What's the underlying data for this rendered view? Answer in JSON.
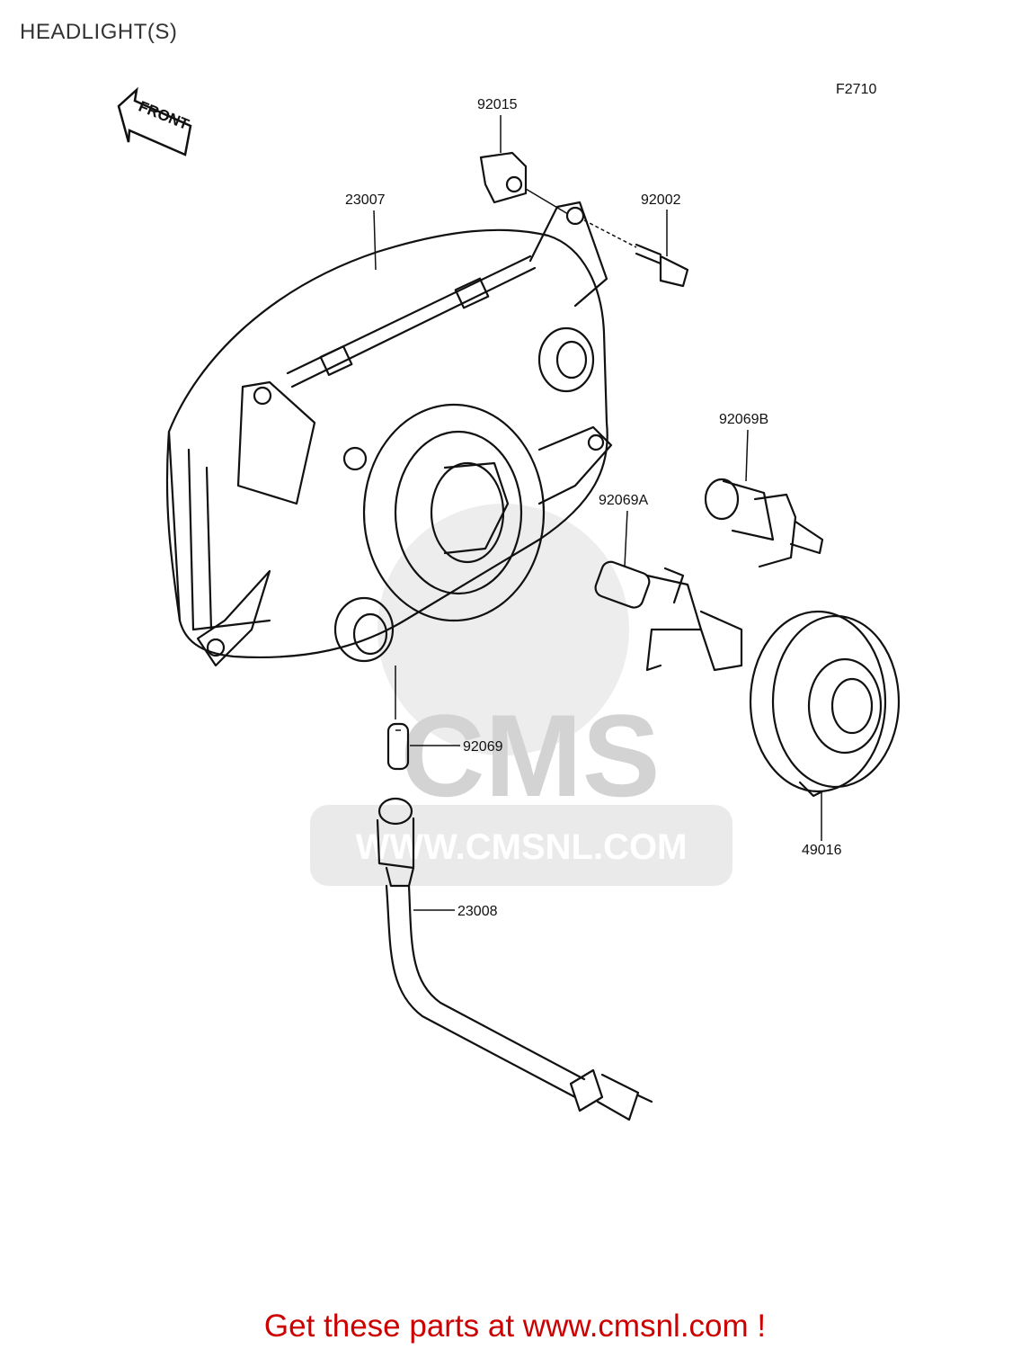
{
  "page": {
    "title": "HEADLIGHT(S)",
    "figure_code": "F2710",
    "front_marker": "FRONT",
    "footer": "Get these parts at www.cmsnl.com !"
  },
  "watermark": {
    "brand": "CMS",
    "url": "WWW.CMSNL.COM"
  },
  "parts": [
    {
      "id": "92015",
      "label": "92015"
    },
    {
      "id": "23007",
      "label": "23007"
    },
    {
      "id": "92002",
      "label": "92002"
    },
    {
      "id": "92069B",
      "label": "92069B"
    },
    {
      "id": "92069A",
      "label": "92069A"
    },
    {
      "id": "92069",
      "label": "92069"
    },
    {
      "id": "49016",
      "label": "49016"
    },
    {
      "id": "23008",
      "label": "23008"
    }
  ]
}
